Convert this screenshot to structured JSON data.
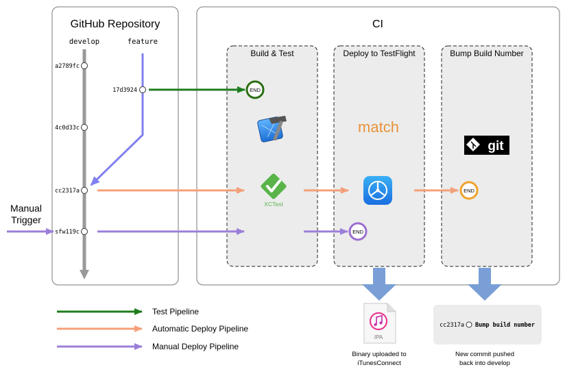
{
  "repo": {
    "title": "GitHub Repository",
    "branches": {
      "develop": "develop",
      "feature": "feature"
    },
    "commits": {
      "c1": "a2789fc",
      "c2": "17d3924",
      "c3": "4c0d33c",
      "c4": "cc2317a",
      "c5": "sfw119c"
    }
  },
  "manual_trigger": {
    "line1": "Manual",
    "line2": "Trigger"
  },
  "ci": {
    "title": "CI",
    "stages": {
      "build_test": "Build & Test",
      "deploy": "Deploy to TestFlight",
      "bump": "Bump Build Number"
    },
    "end_label": "END",
    "xctest_label": "XCTest",
    "match_label": "match",
    "git_label": "git"
  },
  "outputs": {
    "ipa": {
      "icon_text": "IPA",
      "caption_line1": "Binary uploaded to",
      "caption_line2": "iTunesConnect"
    },
    "commit": {
      "hash": "cc2317a",
      "message": "Bump build number",
      "caption_line1": "New commit pushed",
      "caption_line2": "back into develop"
    }
  },
  "legend": {
    "test": "Test Pipeline",
    "auto": "Automatic Deploy Pipeline",
    "manual": "Manual Deploy Pipeline"
  },
  "colors": {
    "test": "#1e7d1e",
    "auto": "#f4a07a",
    "manual": "#9b7fd8",
    "feature_branch": "#8080f0",
    "develop_branch": "#999999",
    "down_arrow": "#7a9fd6",
    "end_green": "#2a6e13",
    "end_orange": "#f0a22c",
    "end_purple": "#9b6dd0"
  }
}
